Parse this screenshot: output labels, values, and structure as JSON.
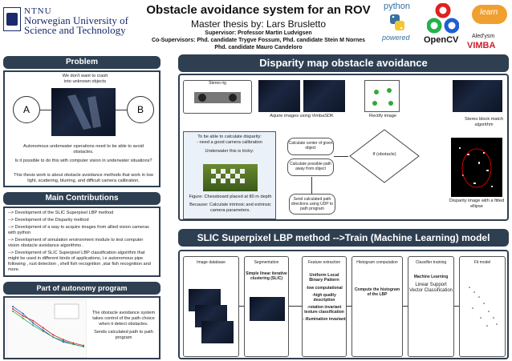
{
  "header": {
    "institution_short": "NTNU",
    "institution_line1": "Norwegian University of",
    "institution_line2": "Science and Technology",
    "title": "Obstacle avoidance system for an ROV",
    "subtitle": "Master thesis by: Lars Brusletto",
    "supervisor": "Supervisor:  Professor Martin Ludvigsen",
    "cosupervisors": "Co-Supervisors: Phd. candidate Trygve Fossum,  Phd. candidate Stein M Nornes",
    "cosupervisor2": "Phd. candidate Mauro Candeloro",
    "logo_python": "python",
    "logo_powered": "powered",
    "logo_opencv": "OpenCV",
    "logo_learn": "learn",
    "logo_alelysen": "Aled'ysm",
    "logo_vimba": "VIMBA"
  },
  "problem": {
    "title": "Problem",
    "callout": "We don't want to crash into unknown  objects",
    "label_a": "A",
    "label_b": "B",
    "p1": "Autonomous underwater operations need to be able to avoid obstacles.",
    "p2": "Is it possible to do this with computer vision in underwater situations?",
    "p3": "This thesis work is about obstacle avoidance methods that work in low light, scattering, blurring, and difficult camera calibration."
  },
  "contributions": {
    "title": "Main Contributions",
    "items": [
      "--> Development of the SLIC Superpixel LBP method",
      "--> Development of the Disparity method",
      "--> Development of a way to acquire images from allied vision cameras with python",
      "--> Development of simulation environment module to test computer vision  obstacle avoidance algorithms .",
      "--> Development of SLIC Superpixel LBP  classification algorithm that might be used  in different kinds  of applications, i.e autonomous  pipe following , rust detection , shell fish recognition ,star fish recognition and more."
    ]
  },
  "autonomy": {
    "title": "Part of autonomy program",
    "text1": "The obstacle avoidance system takes control of the path choice when it detect obstacles.",
    "text2": "Sends calculated path to  path program"
  },
  "disparity": {
    "title": "Disparity map obstacle avoidance",
    "stereo_rig": "Stereo rig",
    "acquire": "Aquire images using VimbaSDK",
    "rectify": "Rectify image",
    "stereo_block": "Stereo block match algorithm",
    "calib_title": "To be able to calculate disparity:",
    "calib_need": "- need a good camera calibration",
    "underwater": "Underwater this is tricky:",
    "figure": "Figure: Chessboard placed at 80 m depth",
    "because": "Because: Calculate intrinsic and extrinsic camera parameters.",
    "center": "Calculate center of given object",
    "possible_path": "Calculate possible path away from object",
    "if_obstacle": "If (obstacle)",
    "send": "Send calculated path directions using UDP to path program",
    "disp_image": "Disparity image with a fitted ellipse"
  },
  "slic": {
    "title": "SLIC Superpixel LBP method -->Train (Machine Learning) model",
    "image_db": "Image database",
    "segmentation": "Segmentation",
    "seg_desc": "Simple linear iterative clustering (SLIC)",
    "feature": "Feature extraction",
    "lbp_title": "Uniform Local Binary Pattern",
    "lbp_items": [
      "-low computational",
      "-high quality description",
      "-rotation invariant texture classification",
      "- illumination invariant"
    ],
    "histogram": "Histogram computation",
    "hist_desc": "Compute the histogram of the LBP",
    "classifier": "Classifier training",
    "ml": "Machine Learning",
    "svc": "Linear Support Vector Classification",
    "fit": "Fit model"
  },
  "chart_data": {
    "type": "line",
    "title": "",
    "xlabel": "",
    "ylabel": "",
    "series": [
      {
        "values": [
          1.9,
          1.6,
          1.2,
          0.9,
          0.6,
          0.4,
          0.3,
          0.2
        ]
      },
      {
        "values": [
          1.8,
          1.5,
          1.3,
          1.0,
          0.7,
          0.5,
          0.35,
          0.25
        ]
      },
      {
        "values": [
          1.7,
          1.4,
          1.1,
          0.85,
          0.6,
          0.45,
          0.3,
          0.2
        ]
      }
    ],
    "colors": [
      "#2255cc",
      "#cc2222",
      "#22aa44"
    ]
  }
}
